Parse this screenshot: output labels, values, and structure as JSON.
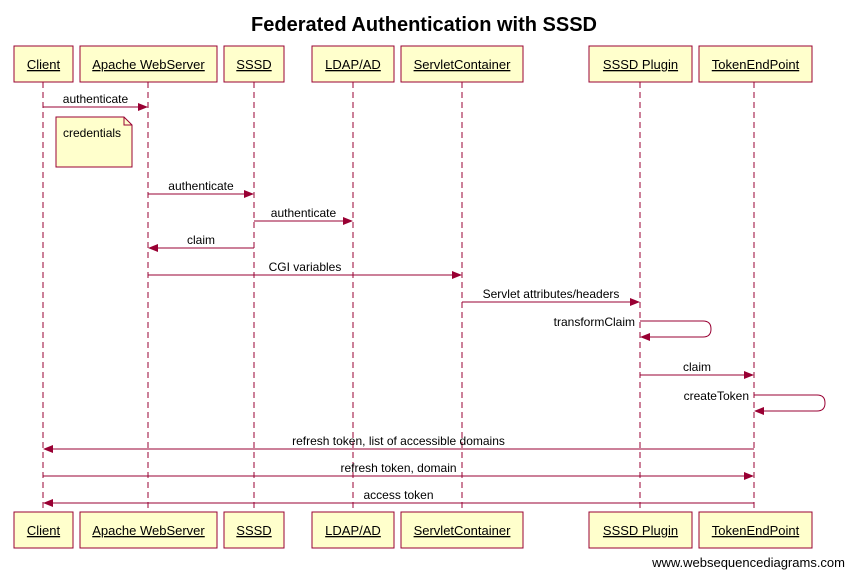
{
  "title": "Federated Authentication with SSSD",
  "footer": "www.websequencediagrams.com",
  "colors": {
    "line": "#990033",
    "box_fill": "#ffffcc"
  },
  "participants": [
    {
      "id": "client",
      "label": "Client"
    },
    {
      "id": "apache",
      "label": "Apache WebServer"
    },
    {
      "id": "sssd",
      "label": "SSSD"
    },
    {
      "id": "ldap",
      "label": "LDAP/AD"
    },
    {
      "id": "servlet",
      "label": "ServletContainer"
    },
    {
      "id": "plugin",
      "label": "SSSD Plugin"
    },
    {
      "id": "token",
      "label": "TokenEndPoint"
    }
  ],
  "events": [
    {
      "type": "message",
      "from": "client",
      "to": "apache",
      "label": "authenticate"
    },
    {
      "type": "note",
      "over": "client",
      "label": "credentials"
    },
    {
      "type": "message",
      "from": "apache",
      "to": "sssd",
      "label": "authenticate"
    },
    {
      "type": "message",
      "from": "sssd",
      "to": "ldap",
      "label": "authenticate"
    },
    {
      "type": "message",
      "from": "sssd",
      "to": "apache",
      "label": "claim"
    },
    {
      "type": "message",
      "from": "apache",
      "to": "servlet",
      "label": "CGI variables"
    },
    {
      "type": "message",
      "from": "servlet",
      "to": "plugin",
      "label": "Servlet attributes/headers"
    },
    {
      "type": "self",
      "on": "plugin",
      "label": "transformClaim"
    },
    {
      "type": "message",
      "from": "plugin",
      "to": "token",
      "label": "claim"
    },
    {
      "type": "self",
      "on": "token",
      "label": "createToken"
    },
    {
      "type": "message",
      "from": "token",
      "to": "client",
      "label": "refresh token, list of accessible domains"
    },
    {
      "type": "message",
      "from": "client",
      "to": "token",
      "label": "refresh token, domain"
    },
    {
      "type": "message",
      "from": "token",
      "to": "client",
      "label": "access token"
    }
  ]
}
